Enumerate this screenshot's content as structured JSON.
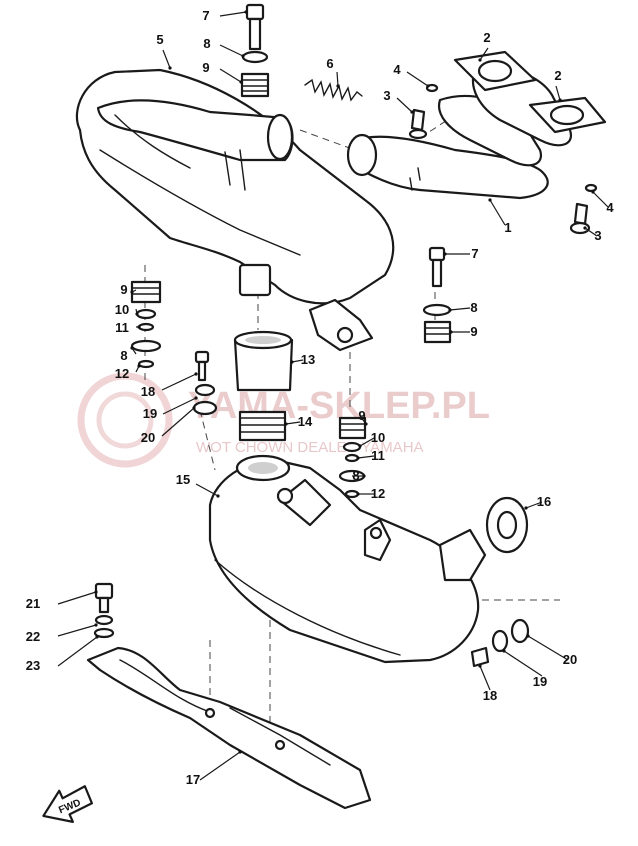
{
  "diagram": {
    "callouts": [
      "1",
      "2",
      "2",
      "3",
      "3",
      "4",
      "4",
      "5",
      "6",
      "7",
      "7",
      "8",
      "8",
      "8",
      "8",
      "9",
      "9",
      "9",
      "9",
      "10",
      "10",
      "11",
      "11",
      "12",
      "12",
      "13",
      "14",
      "15",
      "16",
      "17",
      "18",
      "18",
      "19",
      "19",
      "20",
      "20",
      "21",
      "22",
      "23"
    ],
    "fwd_label": "FWD"
  },
  "watermark": {
    "brand": "YAMA-SKLEP.PL",
    "tagline": "WOT    CHOWN    DEALER YAMAHA"
  },
  "colors": {
    "line": "#1a1a1a",
    "watermark": "#d9a3a6"
  }
}
